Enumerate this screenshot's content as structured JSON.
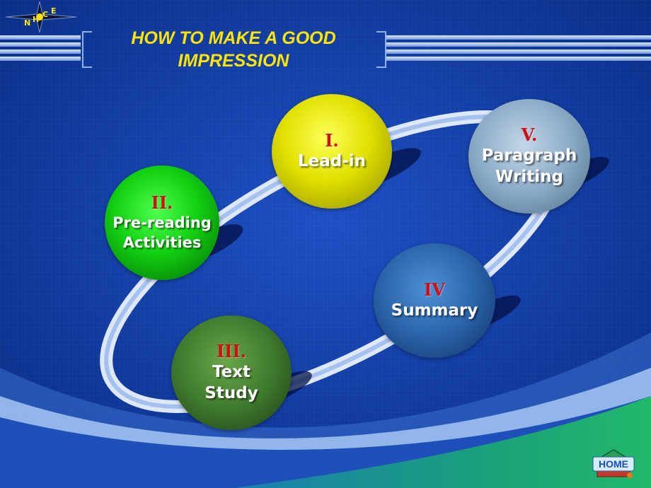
{
  "title": {
    "line1": "HOW TO MAKE A GOOD",
    "line2": "IMPRESSION"
  },
  "logo": {
    "letters": [
      "N",
      "H",
      "C",
      "E"
    ],
    "icon": "compass-star-icon"
  },
  "sections": [
    {
      "id": "lead-in",
      "num": "I.",
      "label": [
        "Lead-in"
      ],
      "color": "#e6e600"
    },
    {
      "id": "pre-reading",
      "num": "II.",
      "label": [
        "Pre-reading",
        "Activities"
      ],
      "color": "#1fd41f"
    },
    {
      "id": "text-study",
      "num": "III.",
      "label": [
        "Text",
        "Study"
      ],
      "color": "#3f7a2e"
    },
    {
      "id": "summary",
      "num": "IV",
      "label": [
        "Summary"
      ],
      "color": "#2f6fb8"
    },
    {
      "id": "paragraph-writing",
      "num": "V.",
      "label": [
        "Paragraph",
        "Writing"
      ],
      "color": "#8aaac6"
    }
  ],
  "home_button": {
    "label": "HOME",
    "icon": "house-icon"
  },
  "colors": {
    "title": "#ffe600",
    "numeral": "#d10f12",
    "background": "#0a2f8c"
  }
}
